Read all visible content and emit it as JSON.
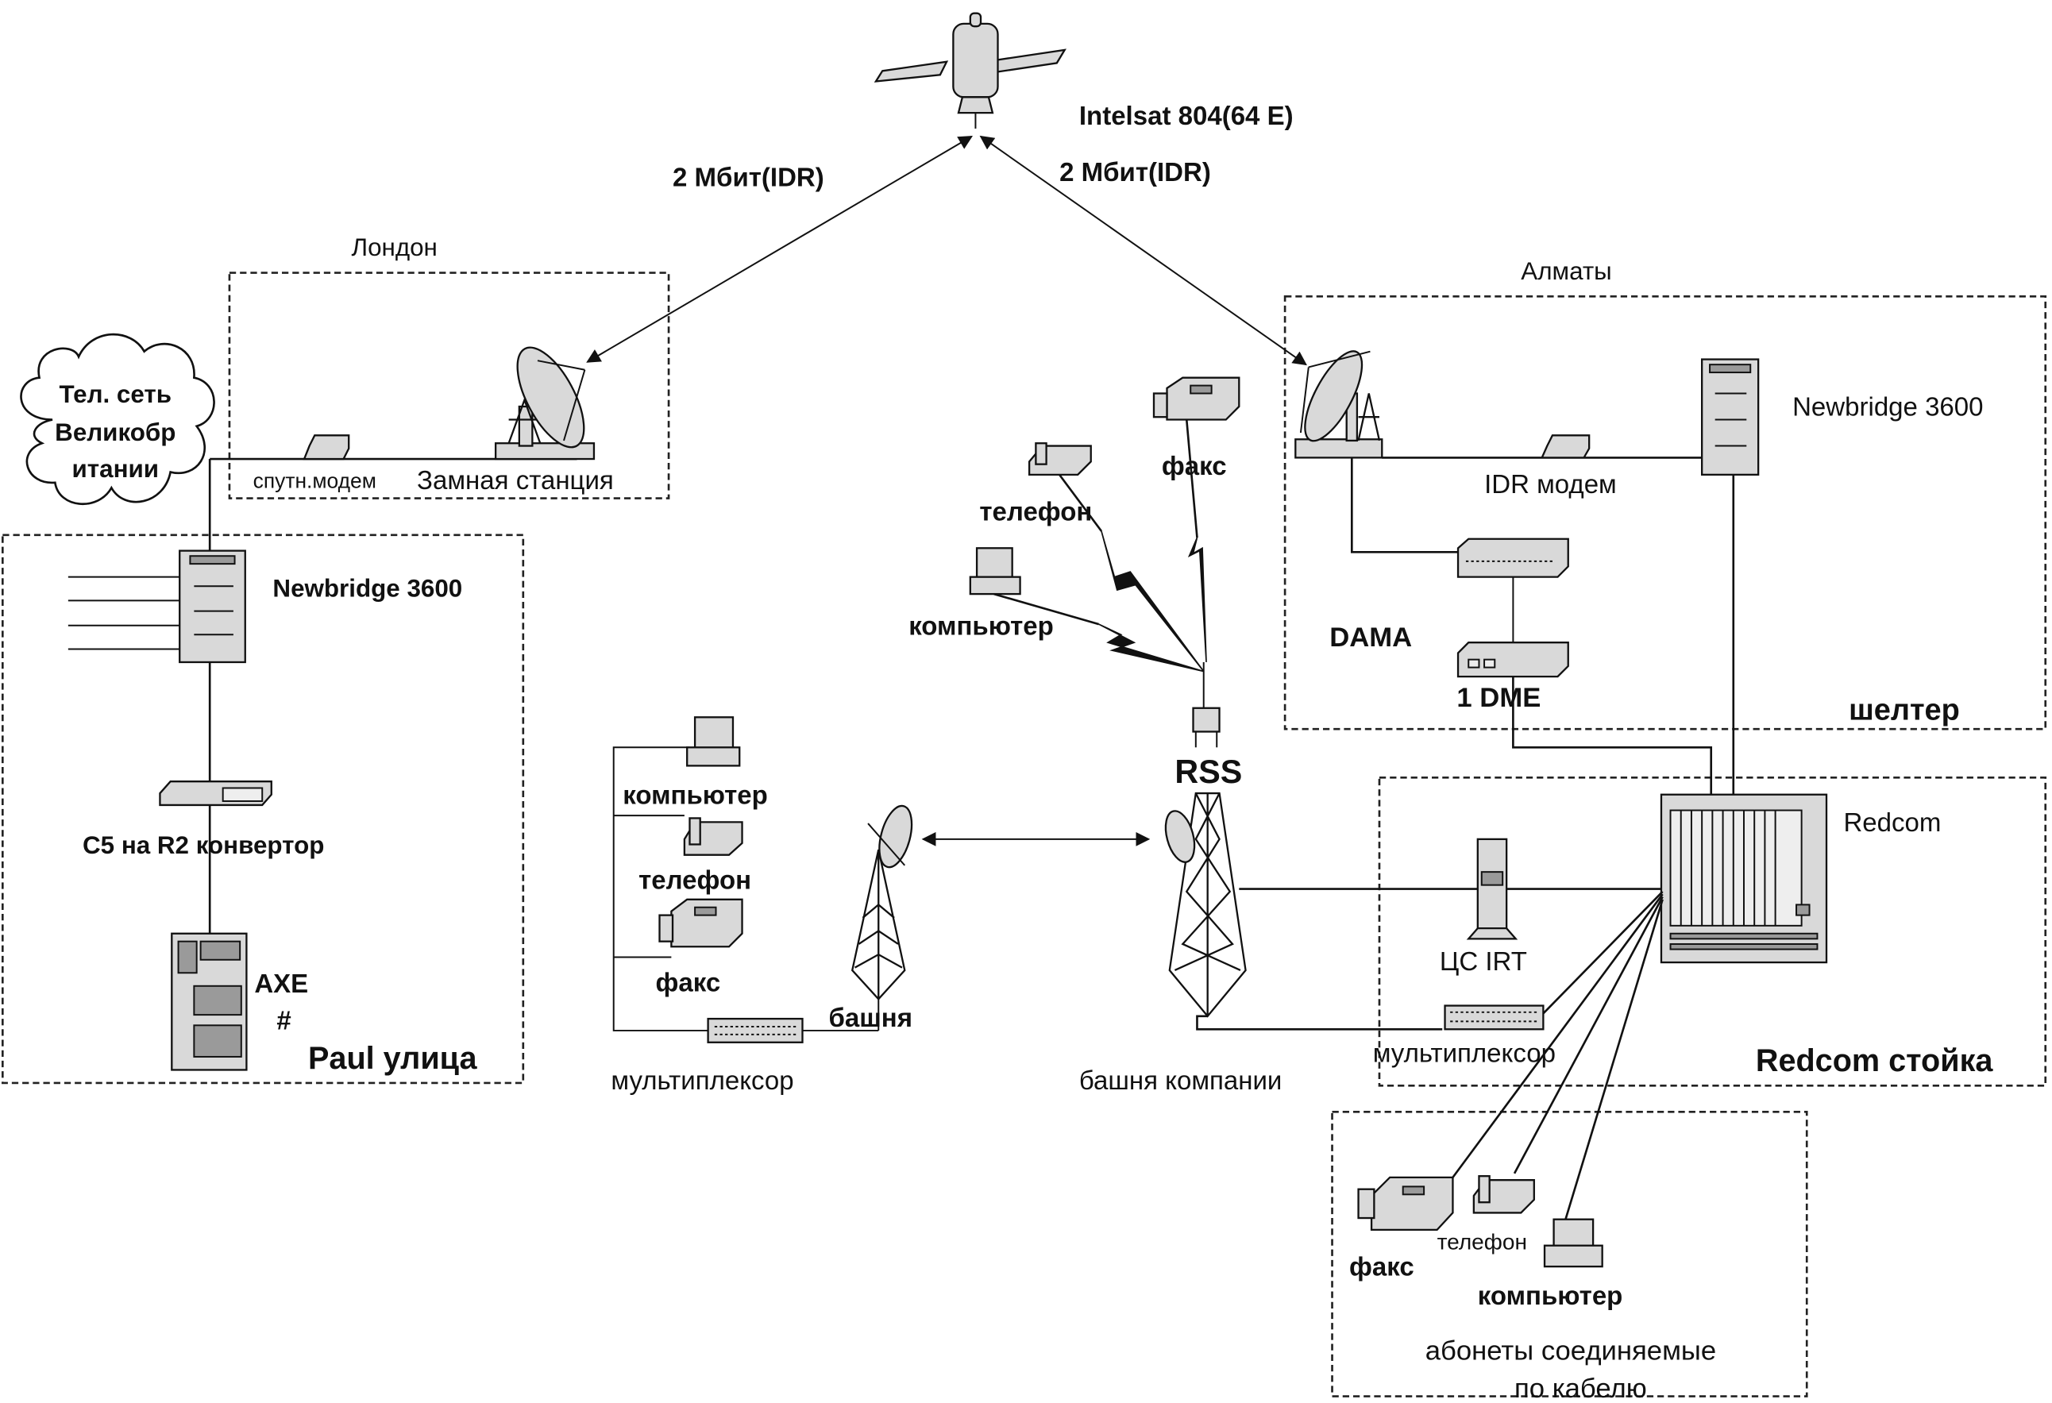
{
  "satellite": {
    "name": "Intelsat 804(64 E)",
    "icon": "satellite-icon"
  },
  "links": {
    "london_uplink": "2 Мбит(IDR)",
    "almaty_uplink": "2 Мбит(IDR)"
  },
  "london": {
    "title": "Лондон",
    "modem_label": "спутн.модем",
    "station_label": "Замная станция"
  },
  "uk_network": {
    "line1": "Тел. сеть",
    "line2": "Великобр",
    "line3": "итании"
  },
  "paul_street": {
    "title": "Paul улица",
    "newbridge_label": "Newbridge 3600",
    "converter_label": "C5 на R2 конвертор",
    "axe_label": "AXE",
    "axe_hash": "#"
  },
  "almaty": {
    "title": "Алматы",
    "shelter_label": "шелтер",
    "newbridge_label": "Newbridge 3600",
    "idr_modem_label": "IDR модем",
    "dama_label": "DAMA",
    "dme_label": "1 DME"
  },
  "rss": {
    "label": "RSS",
    "wireless_clients": [
      {
        "label": "факс",
        "icon": "fax-icon"
      },
      {
        "label": "телефон",
        "icon": "telephone-icon"
      },
      {
        "label": "компьютер",
        "icon": "computer-icon"
      }
    ]
  },
  "remote_site": {
    "clients": [
      {
        "label": "компьютер",
        "icon": "computer-icon"
      },
      {
        "label": "телефон",
        "icon": "telephone-icon"
      },
      {
        "label": "факс",
        "icon": "fax-icon"
      }
    ],
    "mux_label": "мультиплексор",
    "tower_label": "башня"
  },
  "company_tower": {
    "label": "башня компании"
  },
  "redcom_rack": {
    "title": "Redcom стойка",
    "redcom_label": "Redcom",
    "irt_label": "ЦС IRT",
    "mux_label": "мультиплексор"
  },
  "cable_subscribers": {
    "title_line1": "абонеты соединяемые",
    "title_line2": "по кабелю",
    "clients": [
      {
        "label": "факс",
        "icon": "fax-icon"
      },
      {
        "label": "телефон",
        "icon": "telephone-icon"
      },
      {
        "label": "компьютер",
        "icon": "computer-icon"
      }
    ]
  }
}
